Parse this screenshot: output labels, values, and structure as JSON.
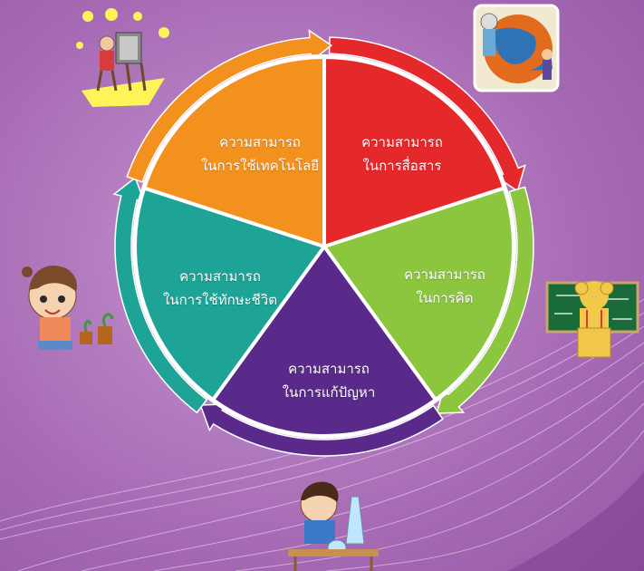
{
  "diagram": {
    "segments": [
      {
        "id": "communication",
        "lines": [
          "ความสามารถ",
          "ในการสื่อสาร"
        ],
        "color": "#e5282a"
      },
      {
        "id": "thinking",
        "lines": [
          "ความสามารถ",
          "ในการคิด"
        ],
        "color": "#8cc63e"
      },
      {
        "id": "problem-solving",
        "lines": [
          "ความสามารถ",
          "ในการแก้ปัญหา"
        ],
        "color": "#5a2a8a"
      },
      {
        "id": "life-skills",
        "lines": [
          "ความสามารถ",
          "ในการใช้ทักษะชีวิต"
        ],
        "color": "#1ea497"
      },
      {
        "id": "technology",
        "lines": [
          "ความสามารถ",
          "ในการใช้เทคโนโลยี"
        ],
        "color": "#f3911f"
      }
    ]
  },
  "colors": {
    "background": "#a666b4",
    "background_light": "#c394cc",
    "divider": "#ffffff",
    "arc_red": "#e5282a",
    "arc_green": "#8cc63e",
    "arc_purple": "#5a2a8a",
    "arc_teal": "#1ea497",
    "arc_orange": "#f3911f"
  }
}
